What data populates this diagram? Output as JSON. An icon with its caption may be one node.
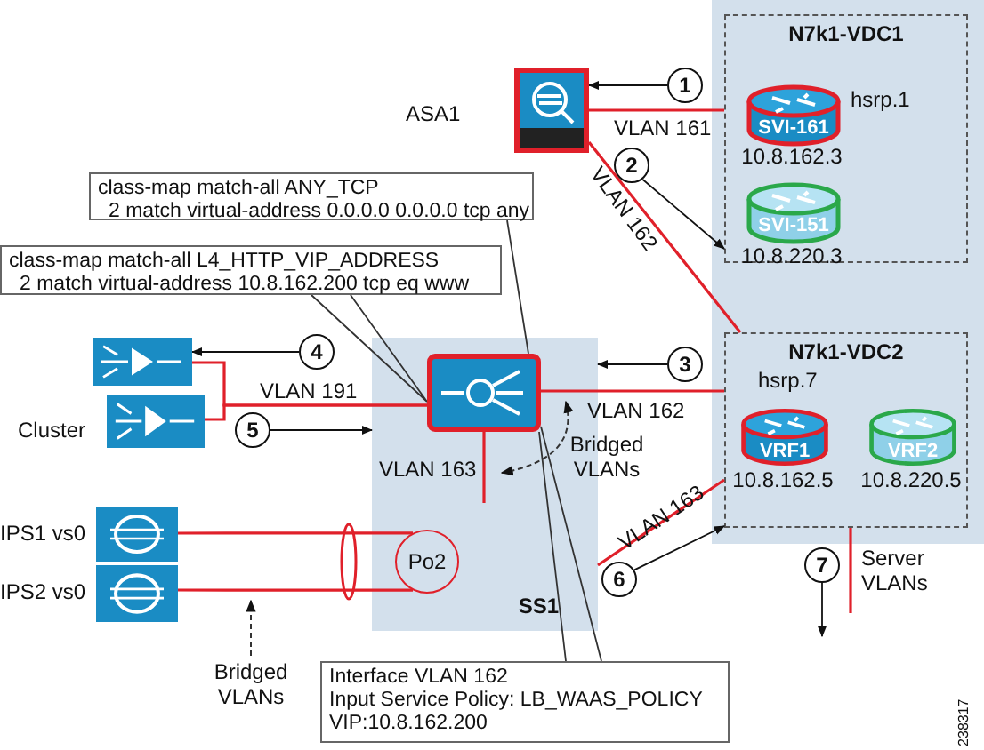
{
  "diagram": {
    "nodes": [
      {
        "text": [
          "ASA1"
        ]
      },
      {
        "text": [
          "N7k1-VDC1"
        ]
      },
      {
        "text": [
          "SVI-161"
        ],
        "in": 1,
        "beside": [
          "hsrp.1",
          "10.8.162.3"
        ]
      },
      {
        "text": [
          "SVI-151"
        ],
        "in": 1,
        "beside": [
          "10.8.220.3"
        ]
      },
      {
        "text": [
          "N7k1-VDC2"
        ]
      },
      {
        "text": [
          "VRF1"
        ],
        "in": 4,
        "beside": [
          "hsrp.7",
          "10.8.162.5"
        ]
      },
      {
        "text": [
          "VRF2"
        ],
        "in": 4,
        "beside": [
          "10.8.220.5"
        ]
      },
      {
        "text": [
          "SS1"
        ]
      },
      {
        "text": [],
        "shape": "box",
        "in": 7
      },
      {
        "text": [
          "Po2"
        ],
        "in": 7
      },
      {
        "text": [],
        "shape": "box"
      },
      {
        "text": [],
        "shape": "box"
      },
      {
        "text": [
          "IPS1 vs0"
        ]
      },
      {
        "text": [
          "IPS2 vs0"
        ]
      },
      {
        "text": [
          "class-map match-all ANY_TCP",
          "2 match virtual-address 0.0.0.0 0.0.0.0 tcp any"
        ]
      },
      {
        "text": [
          "class-map match-all L4_HTTP_VIP_ADDRESS",
          "2 match virtual-address 10.8.162.200 tcp eq www"
        ]
      },
      {
        "text": [
          "Interface VLAN 162",
          "Input Service Policy: LB_WAAS_POLICY",
          "VIP:10.8.162.200"
        ]
      },
      {
        "text": [
          "1"
        ]
      },
      {
        "text": [
          "2"
        ]
      },
      {
        "text": [
          "3"
        ]
      },
      {
        "text": [
          "4"
        ]
      },
      {
        "text": [
          "5"
        ]
      },
      {
        "text": [
          "6"
        ]
      },
      {
        "text": [
          "7"
        ]
      }
    ],
    "edges": [
      {
        "from": 0,
        "to": 1,
        "arrow": "none",
        "label": "VLAN 161",
        "color": "#e0202a"
      },
      {
        "from": 0,
        "to": 4,
        "arrow": "none",
        "label": "VLAN 162",
        "color": "#e0202a"
      },
      {
        "from": 10,
        "to": 8,
        "arrow": "none",
        "label": "VLAN 191",
        "color": "#e0202a"
      },
      {
        "from": 11,
        "to": 8,
        "arrow": "none",
        "color": "#e0202a"
      },
      {
        "from": 8,
        "to": 4,
        "arrow": "none",
        "label": "VLAN 162",
        "color": "#e0202a"
      },
      {
        "from": 7,
        "to": 4,
        "arrow": "none",
        "label": "VLAN 163",
        "color": "#e0202a"
      },
      {
        "from": 8,
        "to": null,
        "arrow": "none",
        "label": "VLAN 163",
        "color": "#e0202a"
      },
      {
        "from": 12,
        "to": 9,
        "arrow": "none",
        "color": "#e0202a"
      },
      {
        "from": 13,
        "to": 9,
        "arrow": "none",
        "color": "#e0202a"
      },
      {
        "from": 4,
        "to": null,
        "arrow": "none",
        "label": "Server VLANs",
        "color": "#e0202a"
      },
      {
        "from": 14,
        "to": 8,
        "arrow": "none",
        "color": "#333333"
      },
      {
        "from": 15,
        "to": 8,
        "arrow": "none",
        "color": "#333333"
      },
      {
        "from": 16,
        "to": 8,
        "arrow": "none",
        "color": "#333333"
      },
      {
        "from": 17,
        "to": 0,
        "arrow": "to",
        "color": "#111111"
      },
      {
        "from": 18,
        "to": 1,
        "arrow": "to",
        "color": "#111111"
      },
      {
        "from": 19,
        "to": 7,
        "arrow": "to",
        "color": "#111111"
      },
      {
        "from": 20,
        "to": 10,
        "arrow": "to",
        "color": "#111111"
      },
      {
        "from": 21,
        "to": 7,
        "arrow": "to",
        "color": "#111111"
      },
      {
        "from": 22,
        "to": 4,
        "arrow": "to",
        "color": "#111111"
      },
      {
        "from": 23,
        "to": null,
        "arrow": "to",
        "color": "#111111"
      }
    ],
    "labels": [
      "Cluster",
      "Bridged VLANs",
      "Bridged VLANs",
      "238317"
    ]
  }
}
